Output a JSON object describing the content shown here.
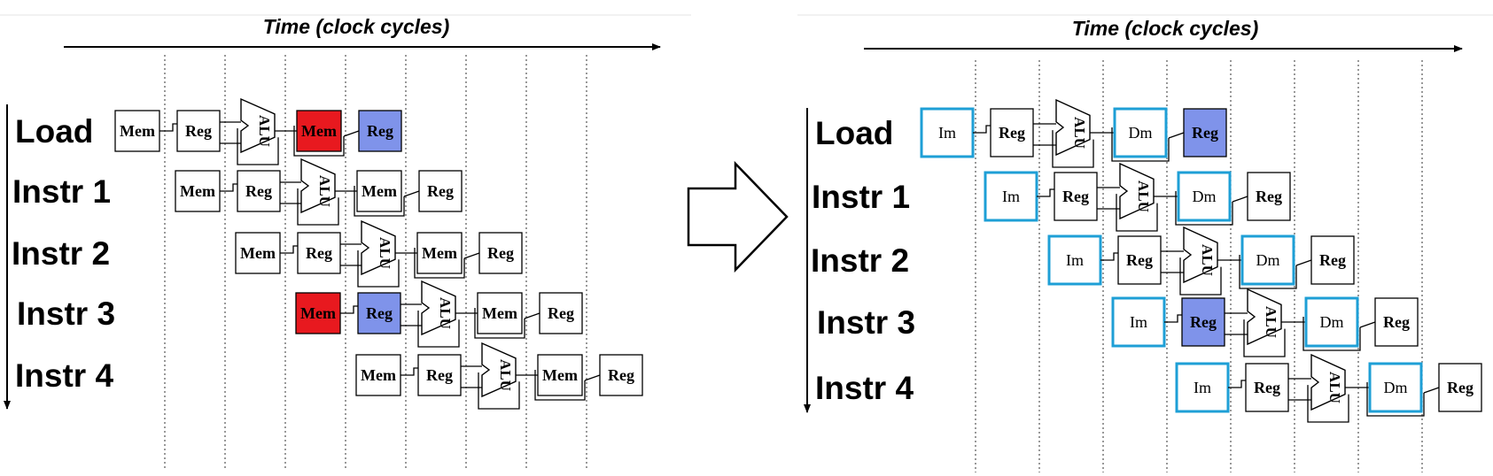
{
  "left_diagram": {
    "title": "Time (clock cycles)",
    "instructions": [
      "Load",
      "Instr 1",
      "Instr 2",
      "Instr 3",
      "Instr 4"
    ],
    "stages": [
      "Mem",
      "Reg",
      "ALU",
      "Mem",
      "Reg"
    ],
    "highlights": [
      {
        "row": 0,
        "stage": 3,
        "color": "red"
      },
      {
        "row": 0,
        "stage": 4,
        "color": "blue"
      },
      {
        "row": 3,
        "stage": 0,
        "color": "red"
      },
      {
        "row": 3,
        "stage": 1,
        "color": "blue"
      }
    ]
  },
  "right_diagram": {
    "title": "Time (clock cycles)",
    "instructions": [
      "Load",
      "Instr 1",
      "Instr 2",
      "Instr 3",
      "Instr 4"
    ],
    "stages": [
      "Im",
      "Reg",
      "ALU",
      "Dm",
      "Reg"
    ],
    "highlights": [
      {
        "row": 0,
        "stage": 4,
        "color": "blue"
      },
      {
        "row": 3,
        "stage": 1,
        "color": "blue"
      }
    ],
    "memory_outline_color": "#1e9fd6"
  },
  "colors": {
    "red": "#e8191f",
    "blue": "#7f93ea",
    "cyan_outline": "#1e9fd6"
  },
  "transition_arrow": "hollow-right-arrow"
}
